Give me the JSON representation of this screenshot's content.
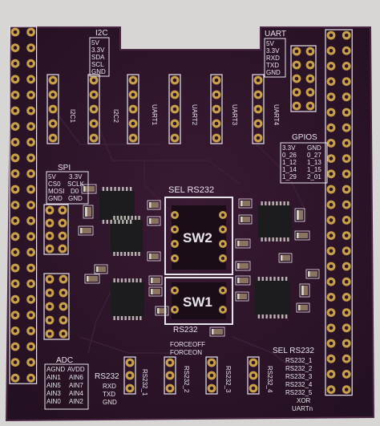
{
  "colors": {
    "background": "#d8d6d4",
    "board": "#2a1426",
    "board_edge": "#3a1d34",
    "silkscreen": "#e8e4ec",
    "pad_gold": "#c8a04a",
    "chip_black": "#1c1c1e"
  },
  "labels": {
    "i2c": "I2C",
    "i2c_pins": [
      "5V",
      "3.3V",
      "SDA",
      "SCL",
      "GND"
    ],
    "uart": "UART",
    "uart_pins": [
      "5V",
      "3.3V",
      "RXD",
      "TXD",
      "GND"
    ],
    "conn_i2c1": "I2C1",
    "conn_i2c2": "I2C2",
    "conn_uart1": "UART1",
    "conn_uart2": "UART2",
    "conn_uart3": "UART3",
    "conn_uart4": "UART4",
    "gpios": "GPIOS",
    "gpio_pins": [
      "3.3V",
      "GND",
      "0_26",
      "0_27",
      "1_12",
      "1_13",
      "1_14",
      "1_15",
      "1_29",
      "2_01"
    ],
    "spi": "SPI",
    "spi_pins": [
      "5V",
      "3.3V",
      "CS0",
      "SCLK",
      "MOSI",
      "D0",
      "GND",
      "GND"
    ],
    "sel_rs232_top": "SEL RS232",
    "sw2": "SW2",
    "sw1": "SW1",
    "rs232_mid": "RS232",
    "forceoff": "FORCEOFF",
    "forceon": "FORCEON",
    "adc": "ADC",
    "adc_pins": [
      "AGND",
      "AVDD",
      "AIN6",
      "AIN7",
      "AIN4",
      "AIN5",
      "AIN2",
      "AIN3",
      "AIN0",
      "AIN1"
    ],
    "rs232_bottom": "RS232",
    "rs232_bottom_pins": [
      "RXD",
      "TXD",
      "GND"
    ],
    "conn_rs232_1": "RS232_1",
    "conn_rs232_2": "RS232_2",
    "conn_rs232_3": "RS232_3",
    "conn_rs232_4": "RS232_4",
    "sel_rs232_right": "SEL RS232",
    "sel_rs232_list": [
      "RS232_1",
      "RS232_2",
      "RS232_3",
      "RS232_4",
      "RS232_5"
    ],
    "xor": "XOR",
    "uartn": "UARTn"
  }
}
